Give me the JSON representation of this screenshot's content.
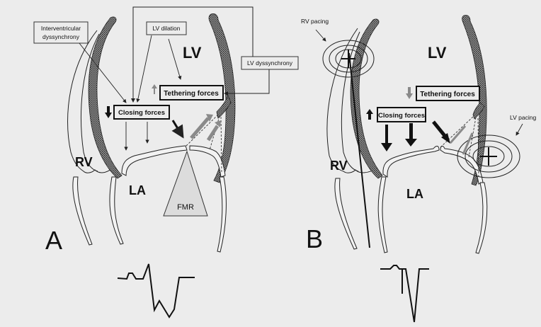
{
  "colors": {
    "background": "#ececec",
    "tethering_arrow": "#8a8a8a",
    "tethering_text": "#666666",
    "fmr_fill": "#dcdcdc",
    "ink": "#111111"
  },
  "panel_a": {
    "panel_label": "A",
    "chamber_labels": {
      "lv": "LV",
      "rv": "RV",
      "la": "LA"
    },
    "boxes": {
      "interventricular": [
        "Interventricular",
        "dyssynchrony"
      ],
      "lv_dilation": "LV dilation",
      "lv_dyssynchrony": "LV dyssynchrony",
      "tethering_forces": "Tethering forces",
      "closing_forces": "Closing forces"
    },
    "tethering_direction": "up",
    "closing_direction": "down",
    "regurgitation_label": "FMR",
    "icons": [
      "tethering-increase-arrow-icon",
      "closing-decrease-arrow-icon"
    ]
  },
  "panel_b": {
    "panel_label": "B",
    "chamber_labels": {
      "lv": "LV",
      "rv": "RV",
      "la": "LA"
    },
    "boxes": {
      "tethering_forces": "Tethering forces",
      "closing_forces": "Closing forces"
    },
    "pacing_labels": {
      "rv": "RV pacing",
      "lv": "LV pacing"
    },
    "tethering_direction": "down",
    "closing_direction": "up",
    "icons": [
      "tethering-decrease-arrow-icon",
      "closing-increase-arrow-icon"
    ]
  },
  "ecg": {
    "a": "wide QRS complex (left bundle pattern)",
    "b": "narrow paced QRS complex"
  }
}
